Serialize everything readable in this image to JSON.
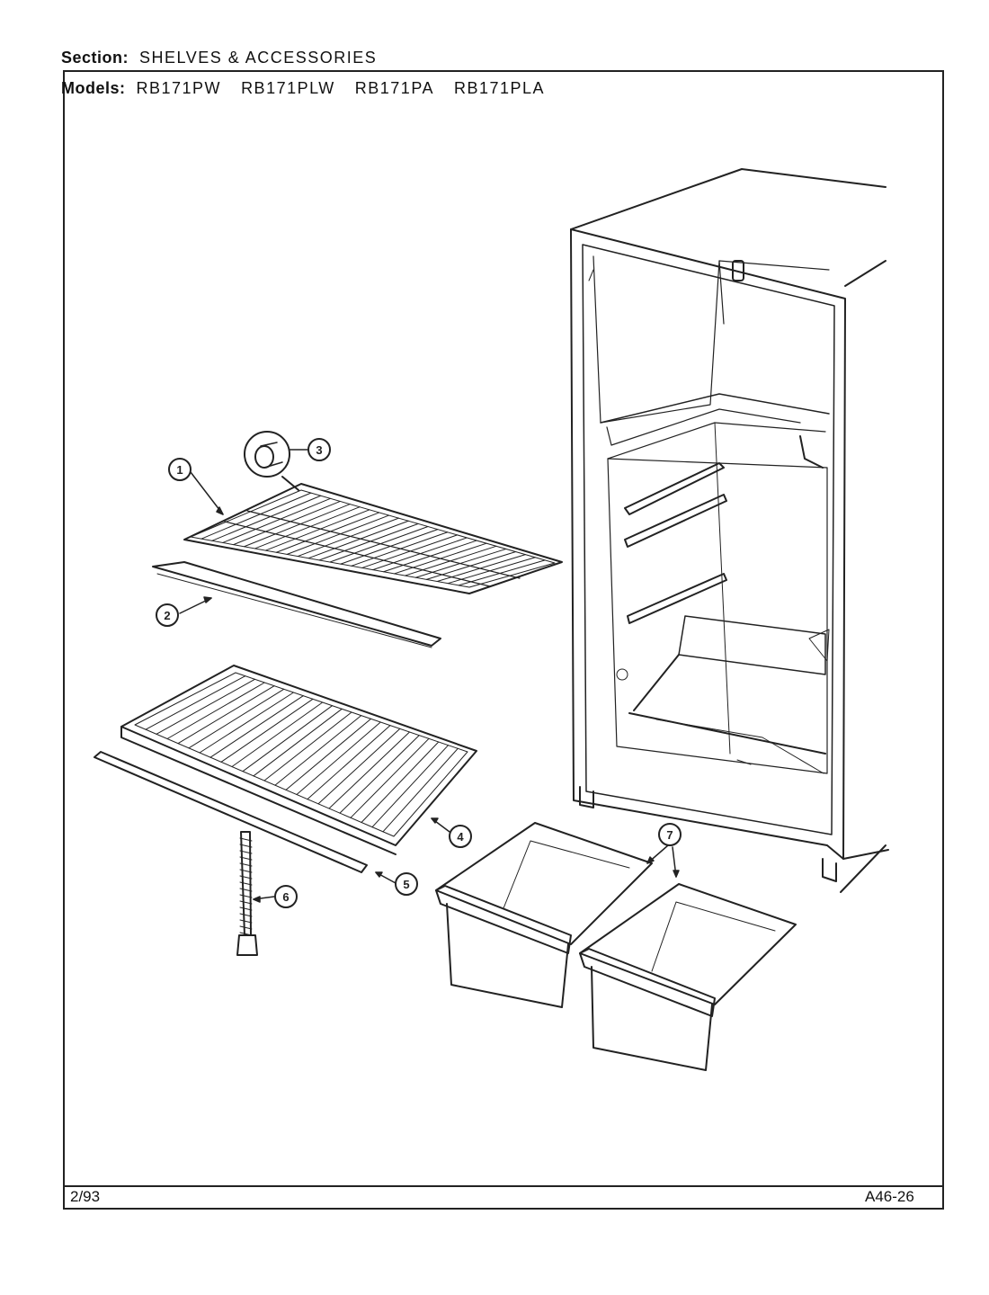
{
  "header": {
    "section_label": "Section:",
    "section_value": "SHELVES & ACCESSORIES",
    "models_label": "Models:",
    "models": [
      "RB171PW",
      "RB171PLW",
      "RB171PA",
      "RB171PLA"
    ]
  },
  "footer": {
    "date": "2/93",
    "code": "A46-26"
  },
  "callouts": [
    "1",
    "2",
    "3",
    "4",
    "5",
    "6",
    "7"
  ]
}
